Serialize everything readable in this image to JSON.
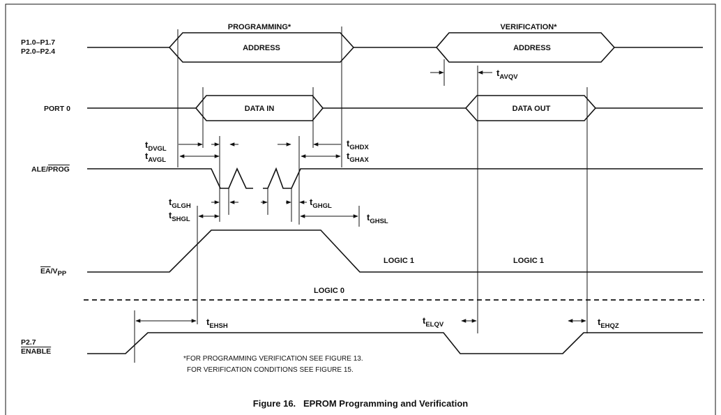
{
  "signals": {
    "p1": "P1.0–P1.7",
    "p2": "P2.0–P2.4",
    "port0": "PORT 0",
    "ale": "ALE/",
    "prog": "PROG",
    "ea": "EA",
    "vpp_v": "/V",
    "vpp_sub": "PP",
    "p27": "P2.7",
    "enable": "ENABLE"
  },
  "phases": {
    "programming": "PROGRAMMING*",
    "verification": "VERIFICATION*"
  },
  "bus_values": {
    "address_prog": "ADDRESS",
    "address_verif": "ADDRESS",
    "data_in": "DATA IN",
    "data_out": "DATA OUT"
  },
  "timing": {
    "tavqv": {
      "t": "t",
      "sub": "AVQV"
    },
    "tdvgl": {
      "t": "t",
      "sub": "DVGL"
    },
    "tavgl": {
      "t": "t",
      "sub": "AVGL"
    },
    "tghdx": {
      "t": "t",
      "sub": "GHDX"
    },
    "tghax": {
      "t": "t",
      "sub": "GHAX"
    },
    "tglgh": {
      "t": "t",
      "sub": "GLGH"
    },
    "tshgl": {
      "t": "t",
      "sub": "SHGL"
    },
    "tghgl": {
      "t": "t",
      "sub": "GHGL"
    },
    "tghsl": {
      "t": "t",
      "sub": "GHSL"
    },
    "tehsh": {
      "t": "t",
      "sub": "EHSH"
    },
    "telqv": {
      "t": "t",
      "sub": "ELQV"
    },
    "tehqz": {
      "t": "t",
      "sub": "EHQZ"
    }
  },
  "logic": {
    "logic1_a": "LOGIC 1",
    "logic1_b": "LOGIC 1",
    "logic0": "LOGIC 0"
  },
  "notes": {
    "line1": "*FOR PROGRAMMING VERIFICATION SEE FIGURE 13.",
    "line2": "FOR VERIFICATION CONDITIONS SEE FIGURE 15."
  },
  "caption": "Figure 16.   EPROM Programming and Verification"
}
